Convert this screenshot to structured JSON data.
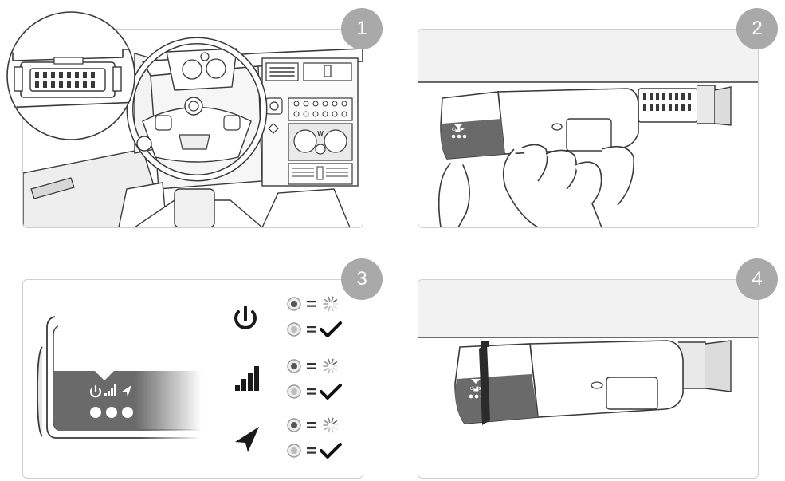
{
  "steps": [
    {
      "number": "1"
    },
    {
      "number": "2"
    },
    {
      "number": "3"
    },
    {
      "number": "4"
    }
  ],
  "dashboard": {
    "vent_label": "W"
  },
  "status_icons": [
    "power-icon",
    "signal-icon",
    "gps-arrow-icon"
  ],
  "colors": {
    "badge": "#a9a9a9",
    "device_band": "#6a6a6a",
    "line": "#3a3a3a",
    "ceiling": "#f2f2f2"
  }
}
